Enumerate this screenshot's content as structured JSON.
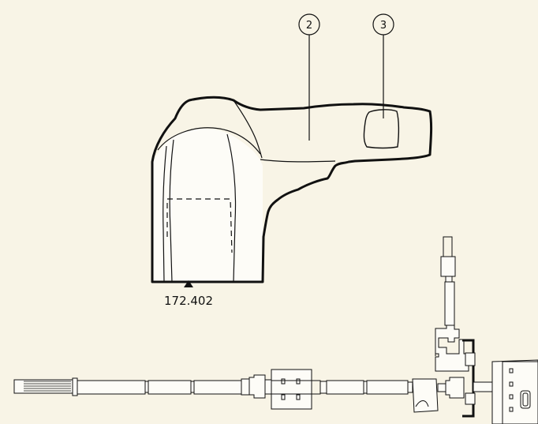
{
  "diagram": {
    "background": "#f8f4e6",
    "stroke": "#111111",
    "elevation_label": "172.402",
    "callouts": [
      {
        "number": "2",
        "target": "main-block"
      },
      {
        "number": "3",
        "target": "small-stone"
      }
    ]
  }
}
